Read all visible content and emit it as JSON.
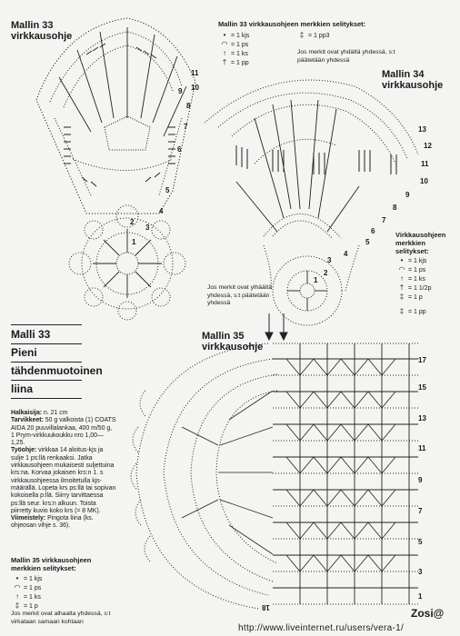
{
  "mallin33_header": {
    "line1": "Mallin 33",
    "line2": "virkkausohje"
  },
  "mallin34_header": {
    "line1": "Mallin 34",
    "line2": "virkkausohje"
  },
  "mallin35_header": {
    "line1": "Mallin 35",
    "line2": "virkkausohje"
  },
  "legend33": {
    "title": "Mallin 33 virkkausohjeen merkkien selitykset:",
    "items": [
      {
        "symbol": "•",
        "label": "= 1 kjs"
      },
      {
        "symbol": "◠",
        "label": "= 1 ps"
      },
      {
        "symbol": "↑",
        "label": "= 1 ks"
      },
      {
        "symbol": "†",
        "label": "= 1 pp"
      }
    ],
    "right_item": {
      "symbol": "‡",
      "label": "= 1 pp3"
    },
    "note": "Jos merkit ovat yhdältä yhdessä, s:t päätetään yhdessä"
  },
  "legend34": {
    "title": "Virkkausohjeen merkkien selitykset:",
    "items": [
      {
        "symbol": "•",
        "label": "= 1 kjs"
      },
      {
        "symbol": "◠",
        "label": "= 1 ps"
      },
      {
        "symbol": "↑",
        "label": "= 1 ks"
      },
      {
        "symbol": "†",
        "label": "= 1 1/2p"
      },
      {
        "symbol": "‡",
        "label": "= 1 p"
      },
      {
        "symbol": "‡",
        "label": "= 1 pp"
      }
    ]
  },
  "top_note": "Jos merkit ovat ylhäältä yhdessä, s:t päätetään yhdessä",
  "pattern": {
    "title_lines": [
      "Malli 33",
      "Pieni",
      "tähdenmuotoinen",
      "liina"
    ],
    "paragraphs": [
      {
        "label": "Halkaisija:",
        "text": " n. 21 cm"
      },
      {
        "label": "Tarvikkeet:",
        "text": " 50 g valkoista (1) COATS AIDA 20 puuvillalankaa, 400 m/50 g, 1 Prym-virkkuukoukku nro 1,00—1,25."
      },
      {
        "label": "Työohje:",
        "text": " virkkaa 14 aloitus-kjs ja sulje 1 ps:llä renkaaksi. Jatka virkkausohjeen mukaisesti suljettuina krs:na. Korvaa jokaisen krs:n 1. s virkkausohjeessa ilmoitetulla kjs-määrällä. Lopeta krs ps:llä tai sopivan kokoisella p:llä. Siirry tarvittaessa ps:llä seur. krs:n alkuun. Toista piirretty kuvio koko krs (= 8 MK)."
      },
      {
        "label": "Viimeistely:",
        "text": " Pingota liina (ks. ohjeosan vihje s. 36)."
      }
    ]
  },
  "legend35": {
    "title": "Mallin 35 virkkausohjeen merkkien selitykset:",
    "items": [
      {
        "symbol": "•",
        "label": "= 1 kjs"
      },
      {
        "symbol": "◠",
        "label": "= 1 ps"
      },
      {
        "symbol": "↑",
        "label": "= 1 ks"
      },
      {
        "symbol": "‡",
        "label": "= 1 p"
      }
    ],
    "note": "Jos merkit ovat alhaalta yhdessä, s:t virkataan samaan kohtaan"
  },
  "row_numbers_33": [
    "9",
    "10",
    "11",
    "8",
    "7",
    "6",
    "5",
    "4",
    "3",
    "2",
    "1"
  ],
  "row_numbers_34": [
    "13",
    "12",
    "11",
    "10",
    "9",
    "8",
    "7",
    "6",
    "5",
    "4",
    "3",
    "2",
    "1"
  ],
  "row_numbers_35": [
    "17",
    "15",
    "13",
    "11",
    "9",
    "7",
    "5",
    "3",
    "1",
    "18"
  ],
  "footer": {
    "signature": "Zosi@",
    "url": "http://www.liveinternet.ru/users/vera-1/"
  }
}
